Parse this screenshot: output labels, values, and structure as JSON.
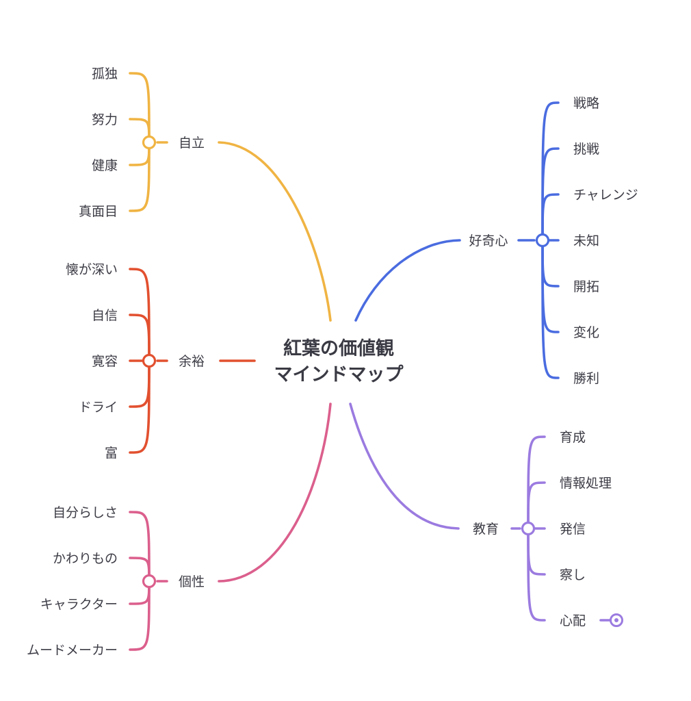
{
  "title_lines": [
    "紅葉の価値観",
    "マインドマップ"
  ],
  "branches": [
    {
      "label": "自立",
      "color": "#F0B443",
      "leaves": [
        "孤独",
        "努力",
        "健康",
        "真面目"
      ]
    },
    {
      "label": "余裕",
      "color": "#E2502F",
      "leaves": [
        "懐が深い",
        "自信",
        "寛容",
        "ドライ",
        "富"
      ]
    },
    {
      "label": "個性",
      "color": "#DB5F8C",
      "leaves": [
        "自分らしさ",
        "かわりもの",
        "キャラクター",
        "ムードメーカー"
      ]
    },
    {
      "label": "好奇心",
      "color": "#4A6CE0",
      "leaves": [
        "戦略",
        "挑戦",
        "チャレンジ",
        "未知",
        "開拓",
        "変化",
        "勝利"
      ]
    },
    {
      "label": "教育",
      "color": "#9B7BE0",
      "leaves": [
        "育成",
        "情報処理",
        "発信",
        "察し",
        "心配"
      ]
    }
  ]
}
